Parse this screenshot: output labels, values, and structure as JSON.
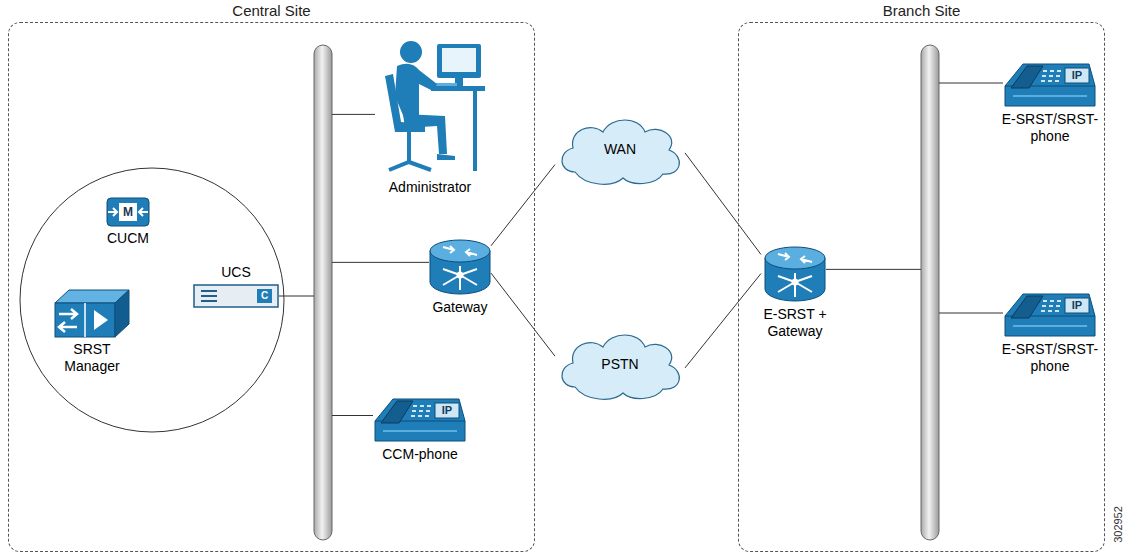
{
  "diagram": {
    "nodes": [
      {
        "text": [
          "Central Site"
        ]
      },
      {
        "text": [
          "CUCM"
        ],
        "in": 0
      },
      {
        "text": [
          "SRST Manager"
        ],
        "in": 0
      },
      {
        "text": [
          "UCS"
        ],
        "in": 0
      },
      {
        "text": [
          "Administrator"
        ],
        "in": 0
      },
      {
        "text": [
          "Gateway"
        ],
        "in": 0
      },
      {
        "text": [
          "CCM-phone"
        ],
        "in": 0
      },
      {
        "text": [
          "WAN"
        ]
      },
      {
        "text": [
          "PSTN"
        ]
      },
      {
        "text": [
          "Branch Site"
        ]
      },
      {
        "text": [
          "E-SRST + Gateway"
        ],
        "in": 9
      },
      {
        "text": [
          "E-SRST/SRST-phone"
        ],
        "in": 9
      },
      {
        "text": [
          "E-SRST/SRST-phone"
        ],
        "in": 9
      }
    ],
    "edges": [
      {
        "from": 5,
        "to": 7,
        "arrow": "none"
      },
      {
        "from": 5,
        "to": 8,
        "arrow": "none"
      },
      {
        "from": 7,
        "to": 10,
        "arrow": "none"
      },
      {
        "from": 8,
        "to": 10,
        "arrow": "none"
      }
    ],
    "labels": [
      "M",
      "C",
      "IP",
      "IP",
      "IP",
      "302952"
    ]
  }
}
